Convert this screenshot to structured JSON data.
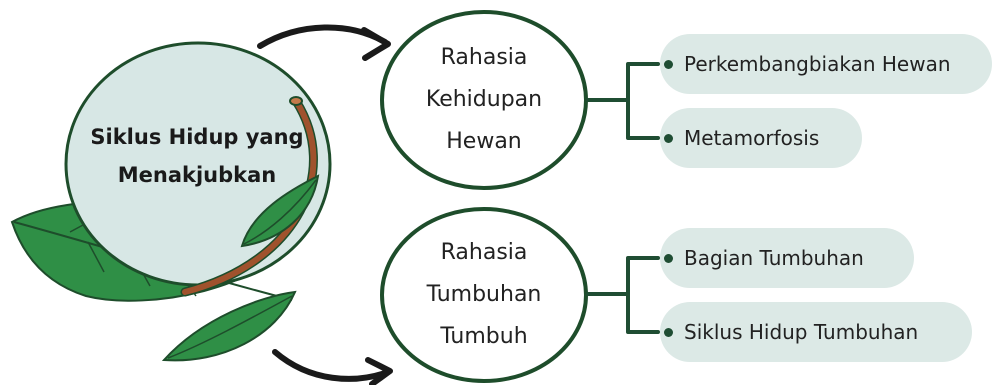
{
  "central": {
    "line1": "Siklus Hidup yang",
    "line2": "Menakjubkan"
  },
  "topics": [
    {
      "lines": [
        "Rahasia",
        "Kehidupan",
        "Hewan"
      ],
      "subtopics": [
        "Perkembangbiakan Hewan",
        "Metamorfosis"
      ]
    },
    {
      "lines": [
        "Rahasia",
        "Tumbuhan",
        "Tumbuh"
      ],
      "subtopics": [
        "Bagian Tumbuhan",
        "Siklus Hidup Tumbuhan"
      ]
    }
  ],
  "colors": {
    "leaf": "#2f8f46",
    "leaf_dark": "#1e4d2b",
    "bubble": "#d7e7e5",
    "stem": "#a0522d",
    "connector": "#1f4d33",
    "pill": "#dce9e6"
  }
}
